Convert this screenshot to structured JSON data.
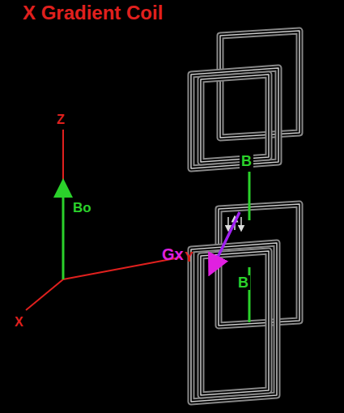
{
  "diagram": {
    "title": "X Gradient Coil",
    "labels": [
      "Z",
      "Bo",
      "Y",
      "X",
      "B",
      "Gx",
      "B"
    ]
  }
}
